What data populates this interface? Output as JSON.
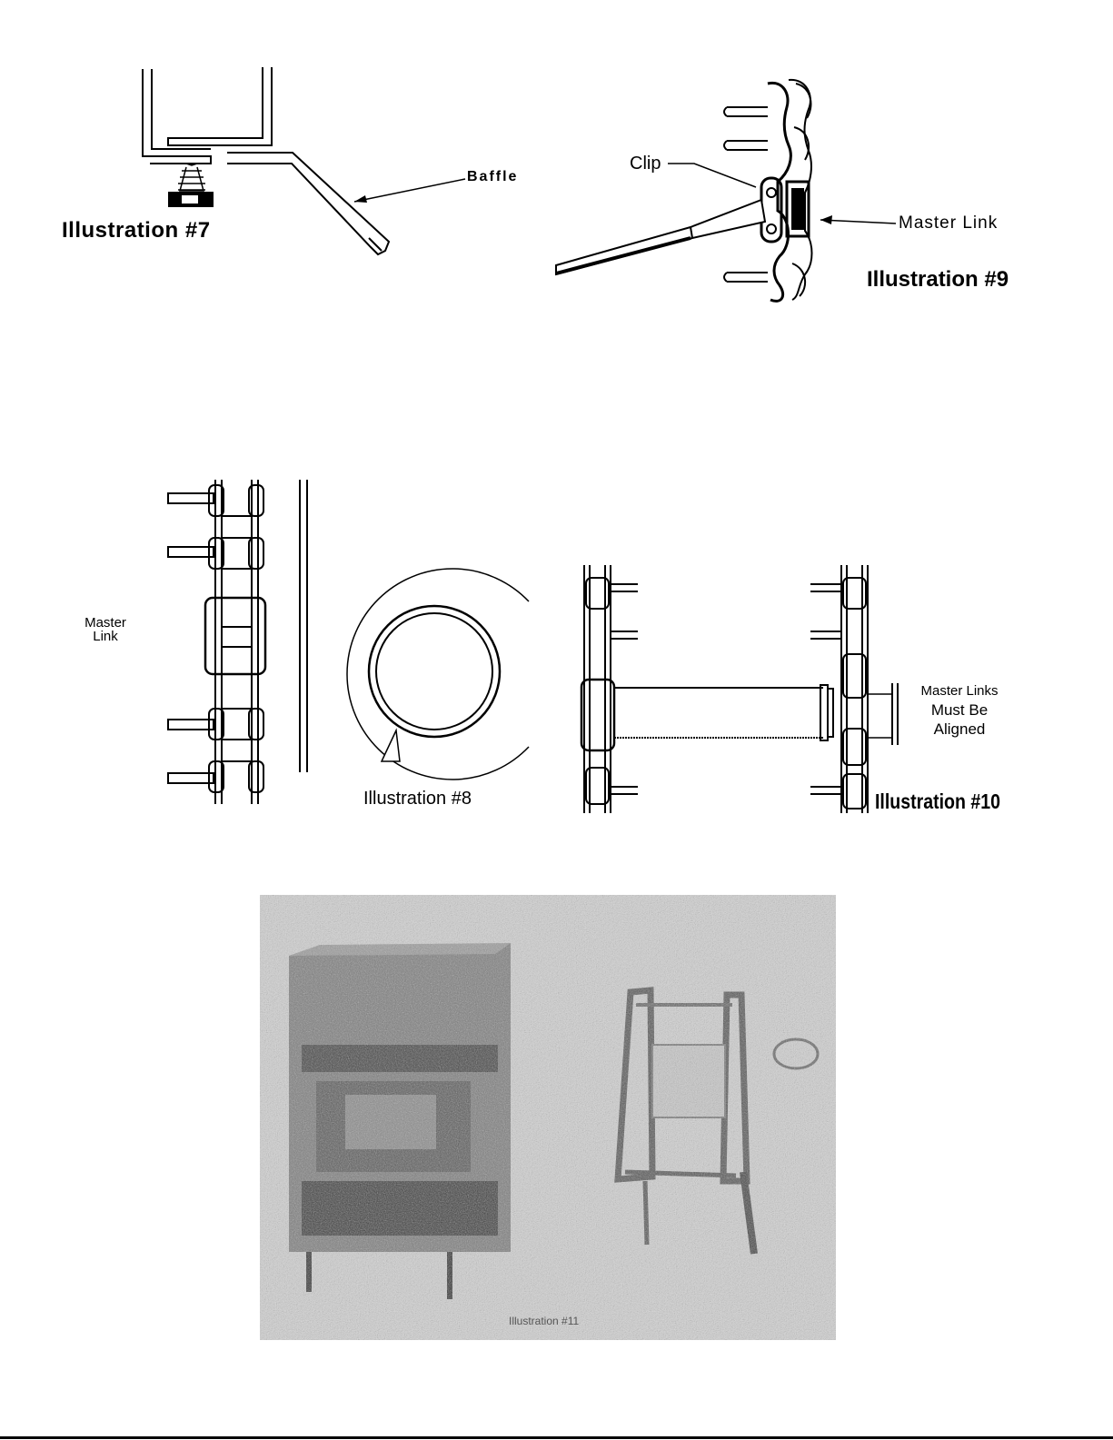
{
  "illustration7": {
    "caption": "Illustration #7",
    "baffle_label": "Baffle"
  },
  "illustration9": {
    "caption": "Illustration #9",
    "clip_label": "Clip",
    "master_link_label": "Master Link"
  },
  "illustration8": {
    "caption": "Illustration #8",
    "master_link_label_line1": "Master",
    "master_link_label_line2": "Link"
  },
  "illustration10": {
    "caption": "Illustration #10",
    "note_line1": "Master Links",
    "note_line2": "Must Be",
    "note_line3": "Aligned"
  },
  "illustration11": {
    "caption": "Illustration #11"
  }
}
